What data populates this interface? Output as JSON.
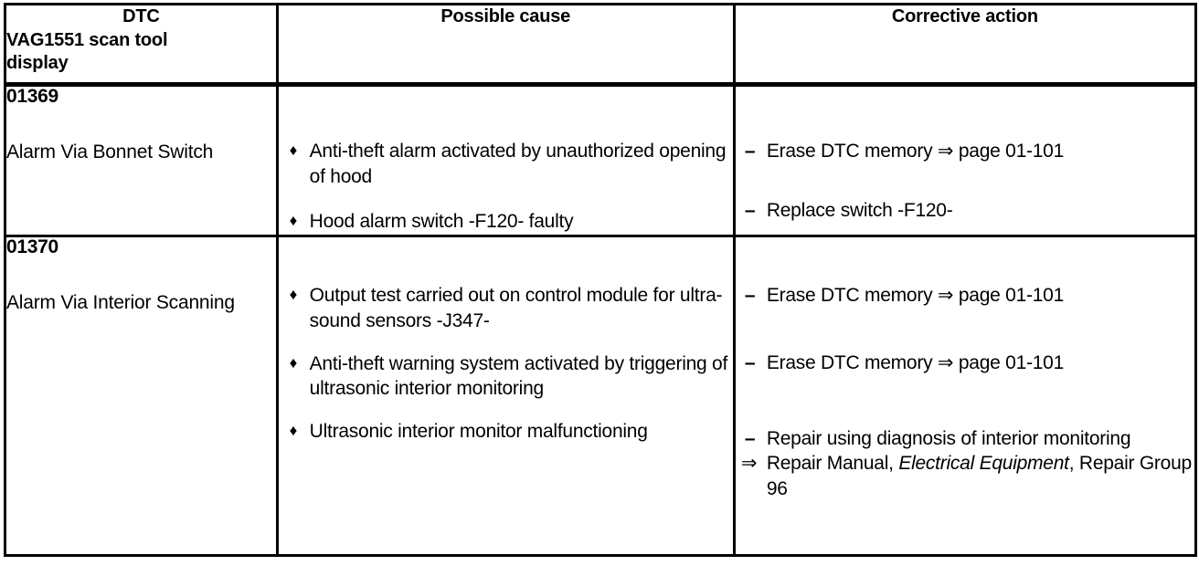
{
  "table": {
    "headers": {
      "dtc_line1": "DTC",
      "dtc_line2": "VAG1551 scan tool",
      "dtc_line3": "display",
      "possible_cause": "Possible cause",
      "corrective_action": "Corrective action"
    },
    "bullets": {
      "diamond": "♦",
      "dash": "–",
      "arrow": "⇒"
    },
    "rows": [
      {
        "dtc_code": "01369",
        "dtc_description": "Alarm Via Bonnet Switch",
        "possible_causes": [
          "Anti-theft alarm activated by unauthorized opening of hood",
          "Hood alarm switch -F120- faulty"
        ],
        "corrective_actions": [
          "Erase DTC memory ⇒ page 01-101",
          "Replace switch -F120-"
        ]
      },
      {
        "dtc_code": "01370",
        "dtc_description": "Alarm Via Interior Scanning",
        "possible_causes": [
          "Output test carried out on control module for ultra-sound sensors -J347-",
          "Anti-theft warning system activated by triggering of ultrasonic interior monitoring",
          "Ultrasonic interior monitor malfunctioning"
        ],
        "corrective_actions": [
          "Erase DTC memory ⇒ page 01-101",
          "Erase DTC memory ⇒ page 01-101",
          "Repair using diagnosis of interior monitoring"
        ],
        "reference": {
          "prefix": "Repair Manual, ",
          "italic": "Electrical Equipment",
          "suffix": ", Repair Group 96"
        }
      }
    ]
  }
}
